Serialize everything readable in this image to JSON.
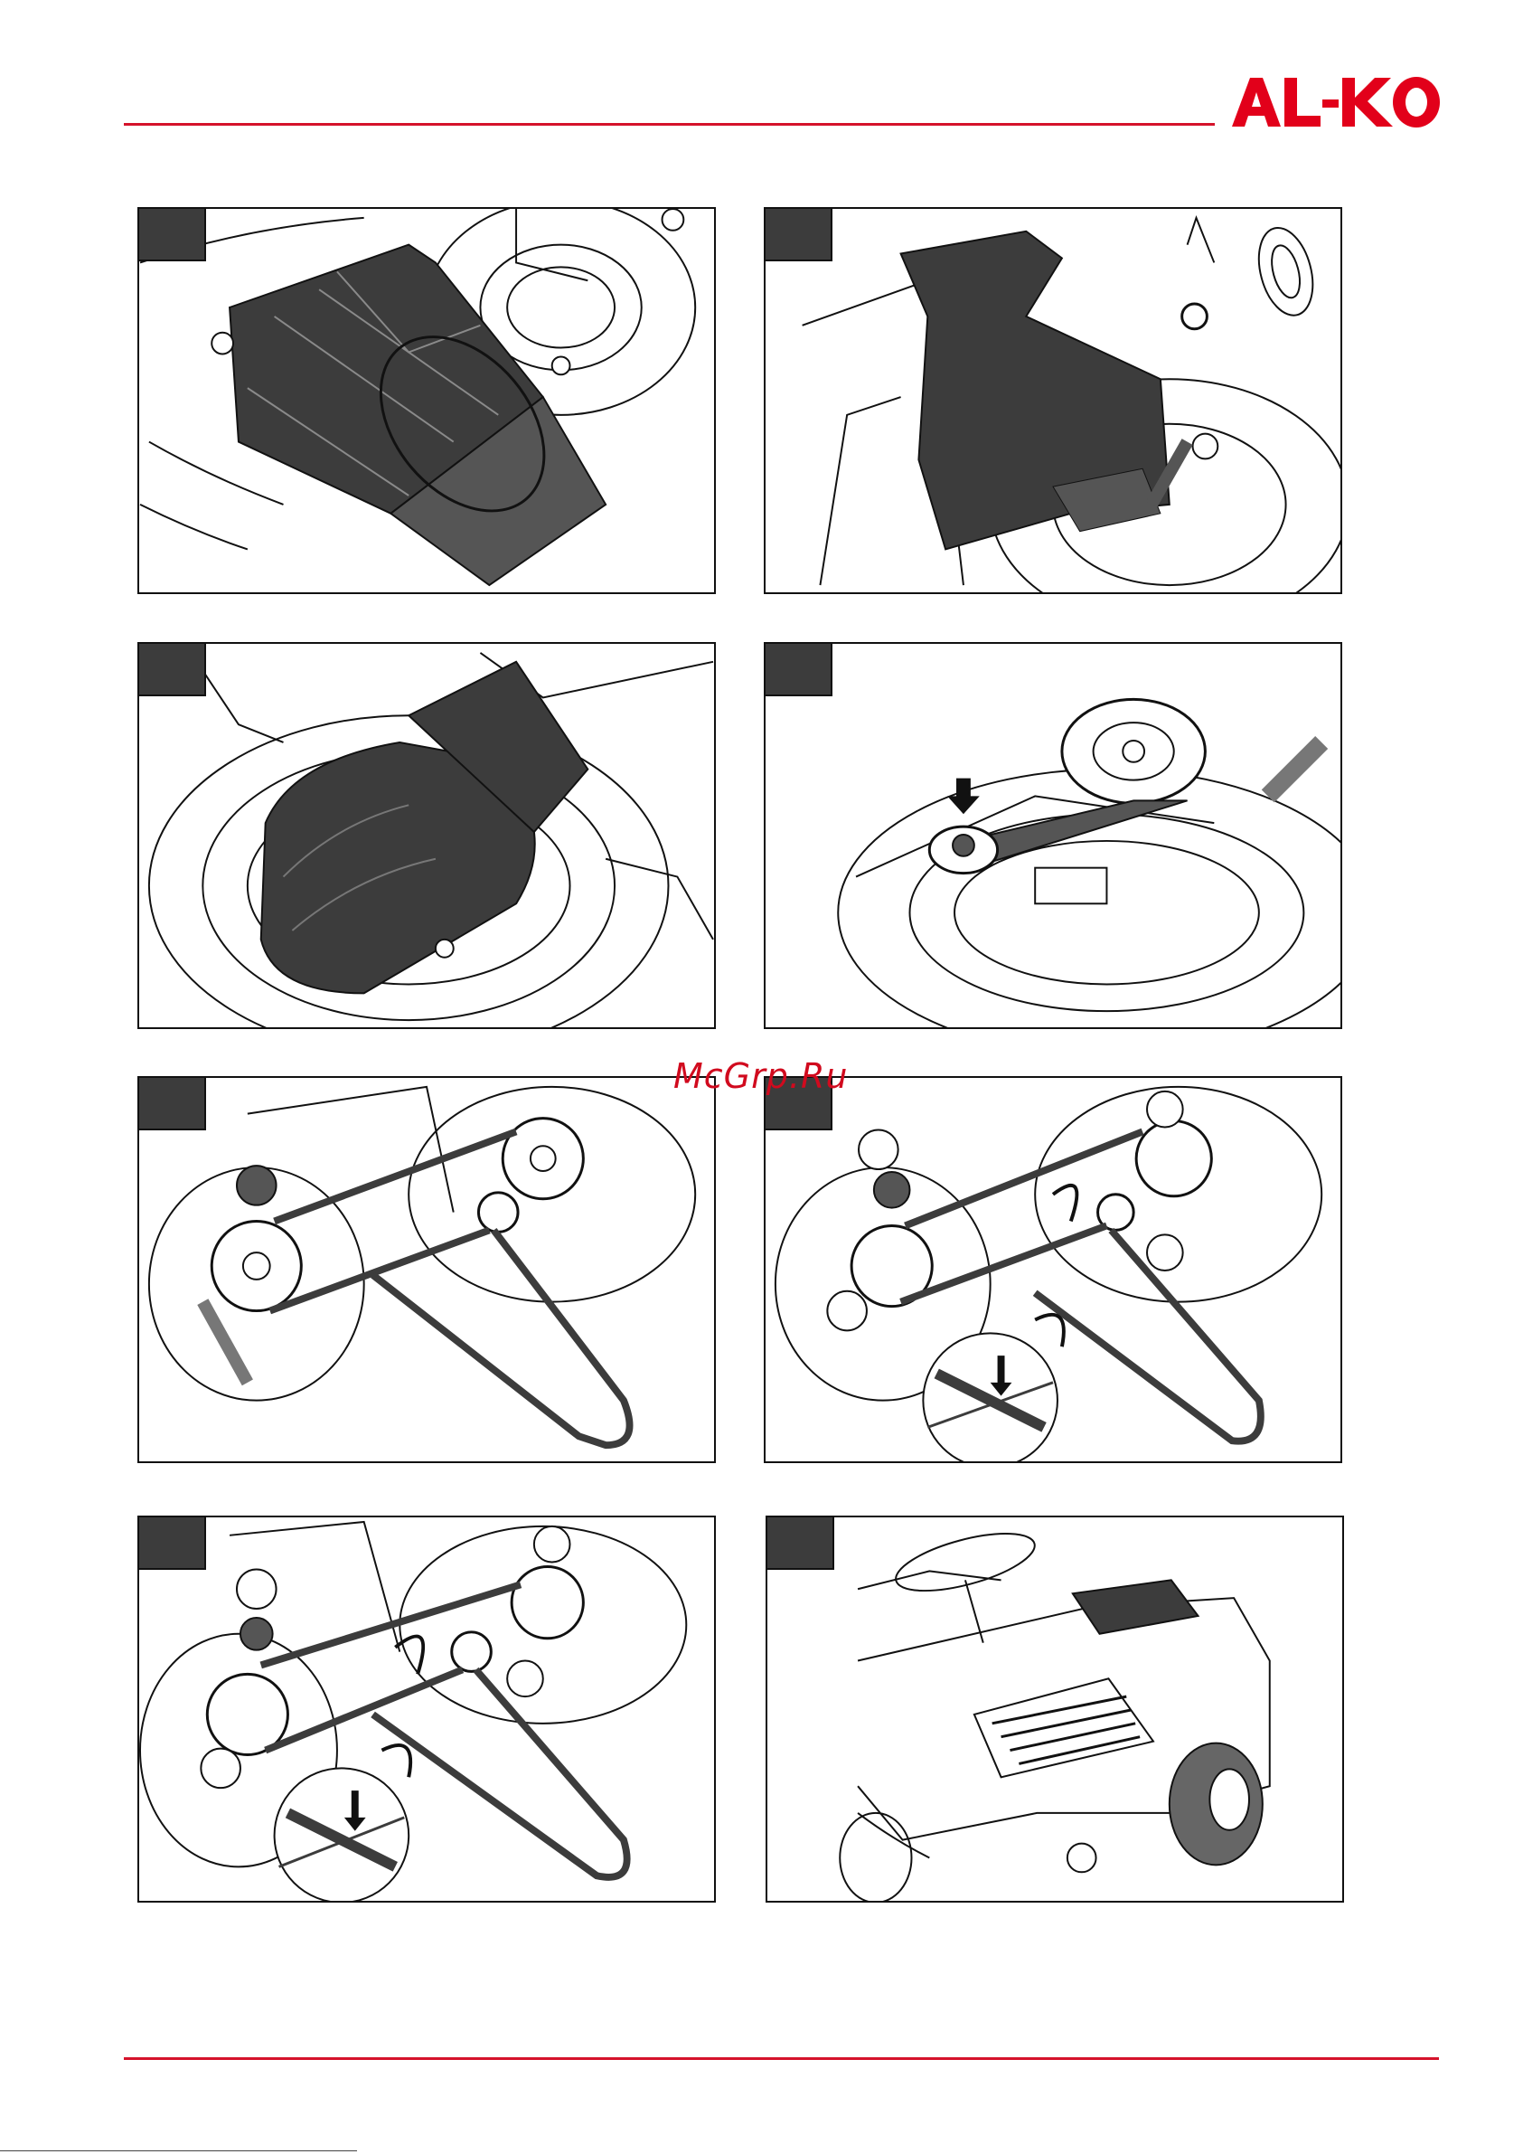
{
  "brand": {
    "logo_text": "AL-KO",
    "color": "#e2001a"
  },
  "watermark": {
    "text": "McGrp.Ru",
    "color": "#d10a1e"
  },
  "colors": {
    "rule": "#d5132b",
    "dark_part": "#3c3c3c",
    "line": "#111111"
  },
  "figures": [
    {
      "name": "figure-1",
      "subject": "grass-collector-chute"
    },
    {
      "name": "figure-2",
      "subject": "discharge-cover-installed"
    },
    {
      "name": "figure-3",
      "subject": "discharge-cover-closeup"
    },
    {
      "name": "figure-4",
      "subject": "tension-pulley-arrow"
    },
    {
      "name": "figure-5",
      "subject": "belt-routing"
    },
    {
      "name": "figure-6",
      "subject": "belt-routing-callouts"
    },
    {
      "name": "figure-7",
      "subject": "belt-routing-callouts-alt"
    },
    {
      "name": "figure-8",
      "subject": "ride-on-mower"
    }
  ]
}
